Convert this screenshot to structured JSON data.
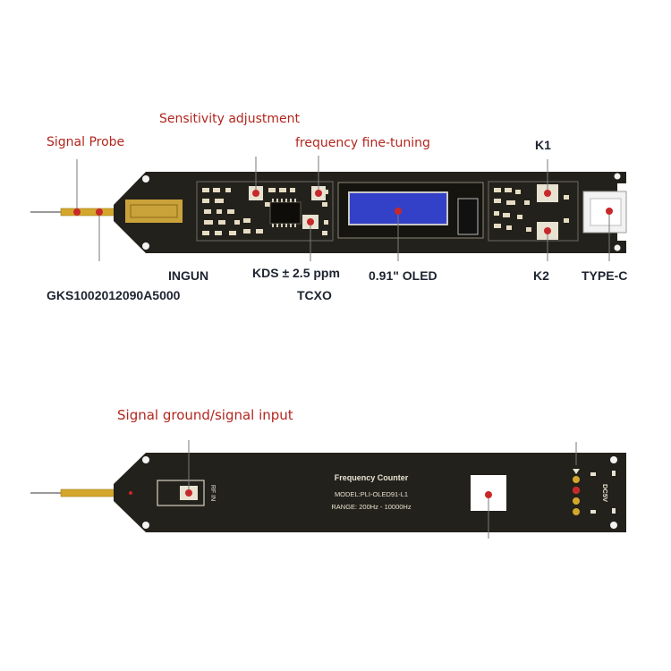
{
  "labels": {
    "signal_probe": "Signal Probe",
    "sensitivity": "Sensitivity adjustment",
    "fine_tuning": "frequency fine-tuning",
    "k1": "K1",
    "k2": "K2",
    "ingun": "INGUN",
    "part_number": "GKS1002012090A5000",
    "kds": "KDS ± 2.5 ppm",
    "tcxo": "TCXO",
    "oled": "0.91\" OLED",
    "type_c": "TYPE-C",
    "signal_ground": "Signal ground/signal input"
  },
  "board_back": {
    "title": "Frequency Counter",
    "model": "MODEL:PLI-OLED91-L1",
    "range": "RANGE: 200Hz - 10000Hz",
    "rf_in": "RF IN",
    "dc5v": "DC5V"
  },
  "colors": {
    "pcb": "#23211b",
    "accent_red": "#b3261e",
    "label_dark": "#1e2430",
    "oled_blue": "#3341c9",
    "gold": "#d4a72c"
  }
}
